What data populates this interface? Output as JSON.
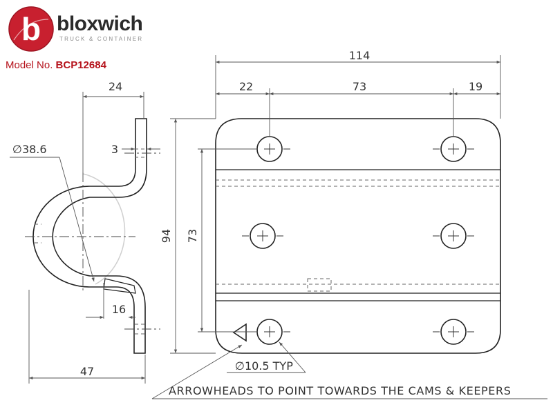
{
  "brand": {
    "name": "bloxwich",
    "tagline": "TRUCK & CONTAINER",
    "logo_red": "#c8202f",
    "logo_mark": "b"
  },
  "model": {
    "label": "Model No.",
    "number": "BCP12684"
  },
  "dimensions": {
    "side_width": "24",
    "side_thickness": "3",
    "side_diameter": "∅38.6",
    "side_offset": "16",
    "side_overall": "47",
    "plate_width": "114",
    "plate_hole_offset_left": "22",
    "plate_hole_spacing_h": "73",
    "plate_hole_offset_right": "19",
    "plate_height": "94",
    "plate_hole_spacing_v": "73",
    "hole_diameter": "∅10.5 TYP"
  },
  "note": "ARROWHEADS TO POINT TOWARDS THE CAMS & KEEPERS"
}
